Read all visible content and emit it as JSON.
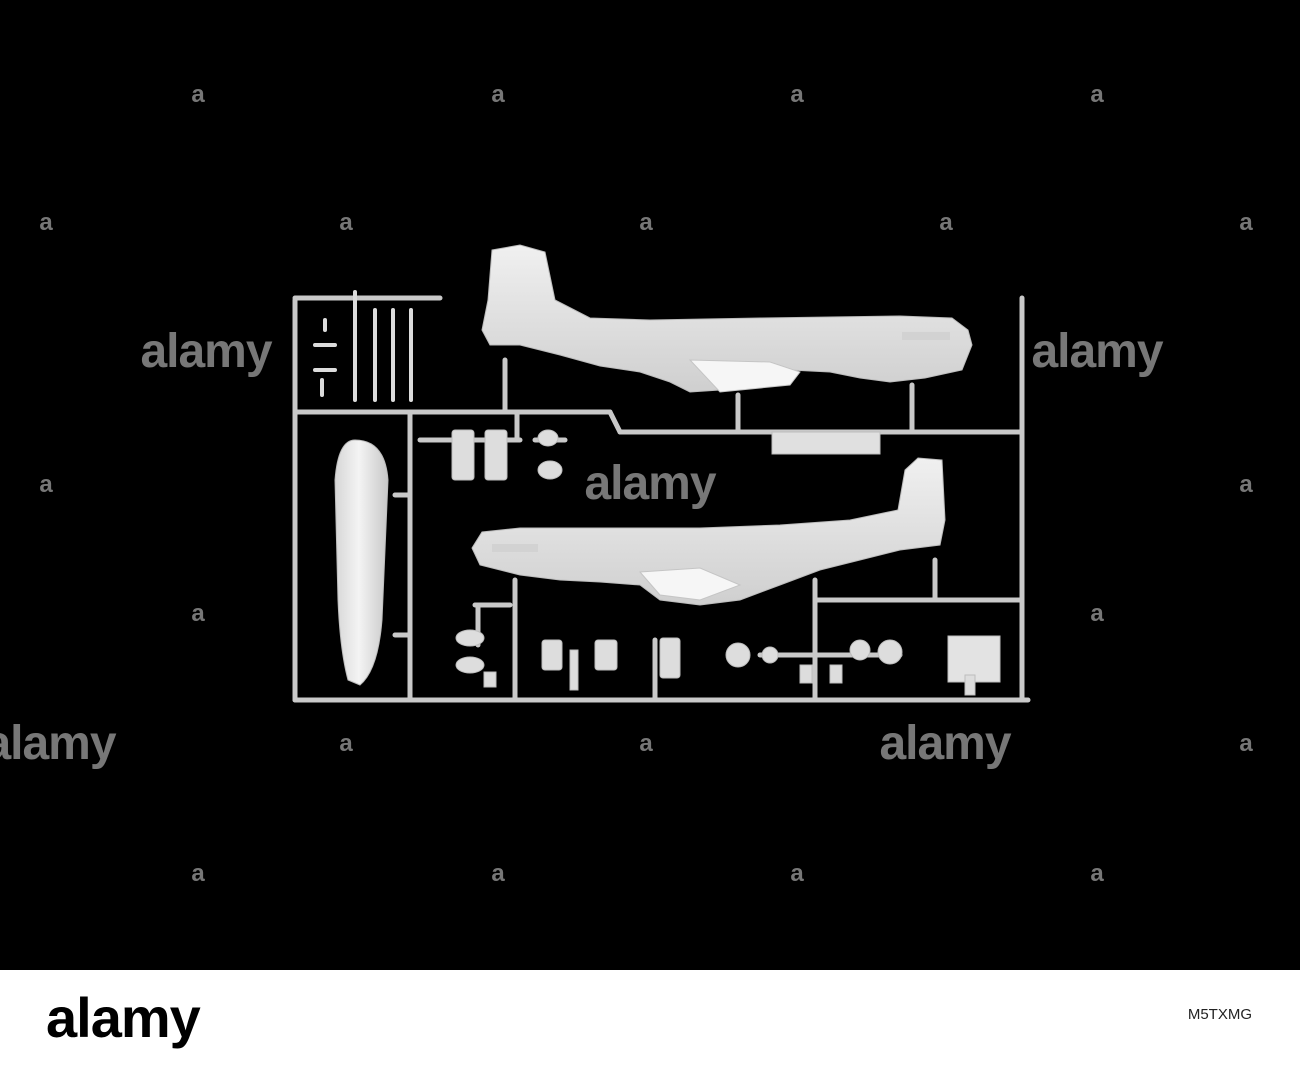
{
  "watermark": {
    "brand": "alamy",
    "glyph": "a"
  },
  "footer": {
    "logo": "alamy",
    "image_id": "M5TXMG"
  },
  "colors": {
    "background": "#000000",
    "plastic": "#e3e3e3",
    "sprue": "#c9c9c9",
    "watermark": "#8c8c8c",
    "footer_background": "#ffffff"
  },
  "subject": "Plastic model aircraft kit sprue with two fuselage halves"
}
